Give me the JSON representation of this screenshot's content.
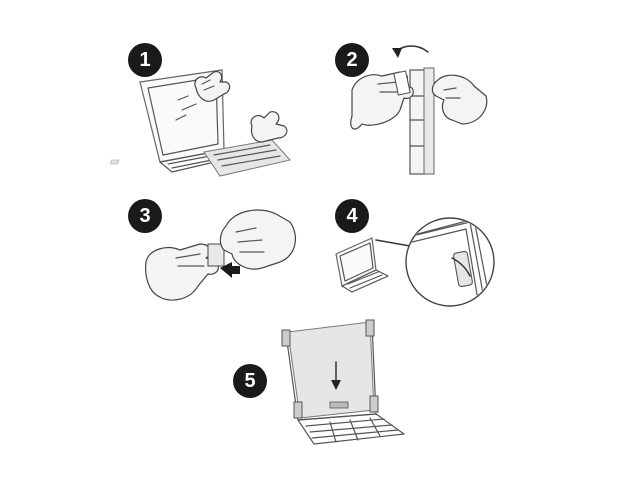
{
  "steps": [
    {
      "number": "1"
    },
    {
      "number": "2"
    },
    {
      "number": "3"
    },
    {
      "number": "4"
    },
    {
      "number": "5"
    }
  ],
  "icons": {
    "rotate_arrow": "curved-arrow-icon",
    "down_arrow": "down-arrow-icon"
  }
}
